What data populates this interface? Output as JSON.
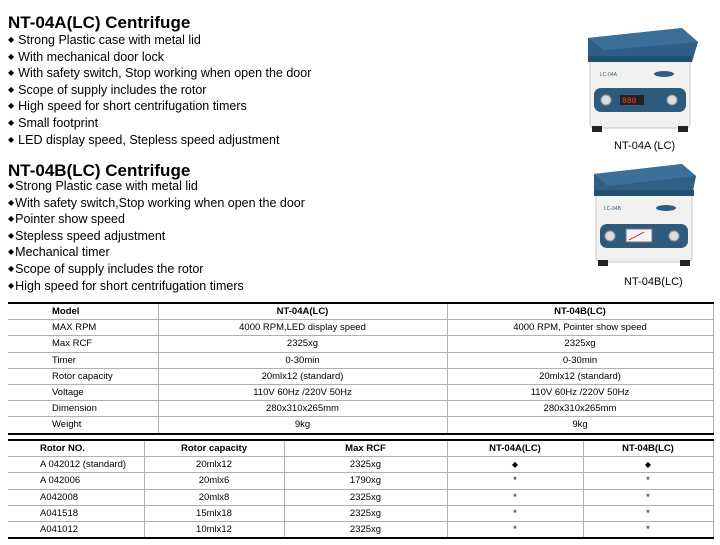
{
  "section_a": {
    "title": "NT-04A(LC) Centrifuge",
    "features": [
      "Strong Plastic case with metal lid",
      "With mechanical door lock",
      "With safety switch, Stop working when open the door",
      "Scope of supply includes the rotor",
      "High speed for short centrifugation timers",
      "Small footprint",
      "LED display speed, Stepless speed adjustment"
    ]
  },
  "section_b": {
    "title": "NT-04B(LC) Centrifuge",
    "features": [
      "Strong Plastic case with metal lid",
      "With safety switch,Stop working when open the door",
      "Pointer show speed",
      "Stepless speed adjustment",
      "Mechanical timer",
      "Scope of supply includes the rotor",
      "High speed for short centrifugation timers"
    ]
  },
  "images": {
    "product_a_caption": "NT-04A (LC)",
    "product_b_caption": "NT-04B(LC)",
    "lid_color": "#2f5f86",
    "body_color": "#f1f1ef",
    "panel_color": "#2d5a7d"
  },
  "spec_table": {
    "headers": [
      "Model",
      "NT-04A(LC)",
      "NT-04B(LC)"
    ],
    "rows": [
      [
        "MAX RPM",
        "4000 RPM,LED display speed",
        "4000 RPM, Pointer show speed"
      ],
      [
        "Max RCF",
        "2325xg",
        "2325xg"
      ],
      [
        "Timer",
        "0-30min",
        "0-30min"
      ],
      [
        "Rotor capacity",
        "20mlx12 (standard)",
        "20mlx12 (standard)"
      ],
      [
        "Voltage",
        "110V 60Hz /220V 50Hz",
        "110V 60Hz /220V 50Hz"
      ],
      [
        "Dimension",
        "280x310x265mm",
        "280x310x265mm"
      ],
      [
        "Weight",
        "9kg",
        "9kg"
      ]
    ]
  },
  "rotor_table": {
    "headers": [
      "Rotor NO.",
      "Rotor capacity",
      "Max RCF",
      "NT-04A(LC)",
      "NT-04B(LC)"
    ],
    "rows": [
      [
        "A 042012 (standard)",
        "20mlx12",
        "2325xg",
        "◆",
        "◆"
      ],
      [
        "A 042006",
        "20mlx6",
        "1790xg",
        "*",
        "*"
      ],
      [
        "A042008",
        "20mlx8",
        "2325xg",
        "*",
        "*"
      ],
      [
        "A041518",
        "15mlx18",
        "2325xg",
        "*",
        "*"
      ],
      [
        "A041012",
        "10mlx12",
        "2325xg",
        "*",
        "*"
      ]
    ]
  }
}
